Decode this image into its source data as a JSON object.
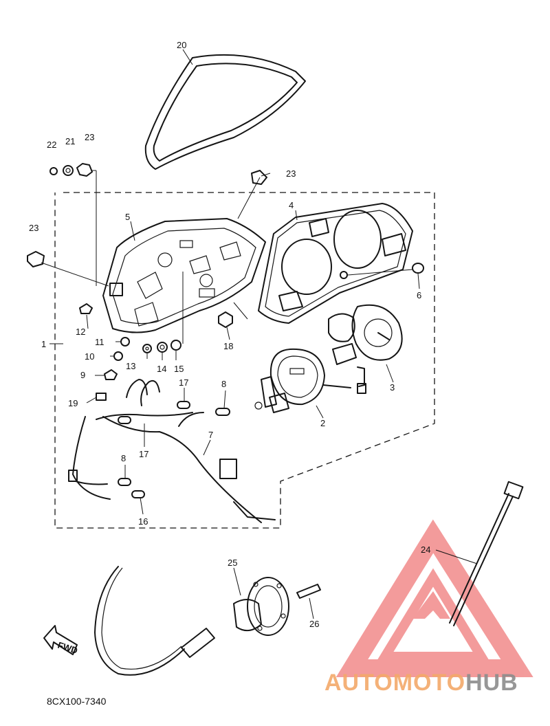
{
  "diagram": {
    "part_labels": [
      {
        "id": "20",
        "text": "20"
      },
      {
        "id": "22",
        "text": "22"
      },
      {
        "id": "21",
        "text": "21"
      },
      {
        "id": "23a",
        "text": "23"
      },
      {
        "id": "23b",
        "text": "23"
      },
      {
        "id": "23c",
        "text": "23"
      },
      {
        "id": "5",
        "text": "5"
      },
      {
        "id": "4",
        "text": "4"
      },
      {
        "id": "6",
        "text": "6"
      },
      {
        "id": "1",
        "text": "1"
      },
      {
        "id": "12",
        "text": "12"
      },
      {
        "id": "11",
        "text": "11"
      },
      {
        "id": "10",
        "text": "10"
      },
      {
        "id": "13",
        "text": "13"
      },
      {
        "id": "14",
        "text": "14"
      },
      {
        "id": "15",
        "text": "15"
      },
      {
        "id": "18",
        "text": "18"
      },
      {
        "id": "9",
        "text": "9"
      },
      {
        "id": "17a",
        "text": "17"
      },
      {
        "id": "17b",
        "text": "17"
      },
      {
        "id": "8a",
        "text": "8"
      },
      {
        "id": "8b",
        "text": "8"
      },
      {
        "id": "19",
        "text": "19"
      },
      {
        "id": "7",
        "text": "7"
      },
      {
        "id": "16",
        "text": "16"
      },
      {
        "id": "2",
        "text": "2"
      },
      {
        "id": "3",
        "text": "3"
      },
      {
        "id": "24",
        "text": "24"
      },
      {
        "id": "25",
        "text": "25"
      },
      {
        "id": "26",
        "text": "26"
      }
    ],
    "fwd_label": "FWD",
    "drawing_code": "8CX100-7340"
  },
  "watermark": {
    "text_light": "AUTOMOTO",
    "text_dark": "HUB",
    "color_light": "#f3a96a",
    "color_dark": "#8c8c8c",
    "triangle_color": "#f08080"
  }
}
